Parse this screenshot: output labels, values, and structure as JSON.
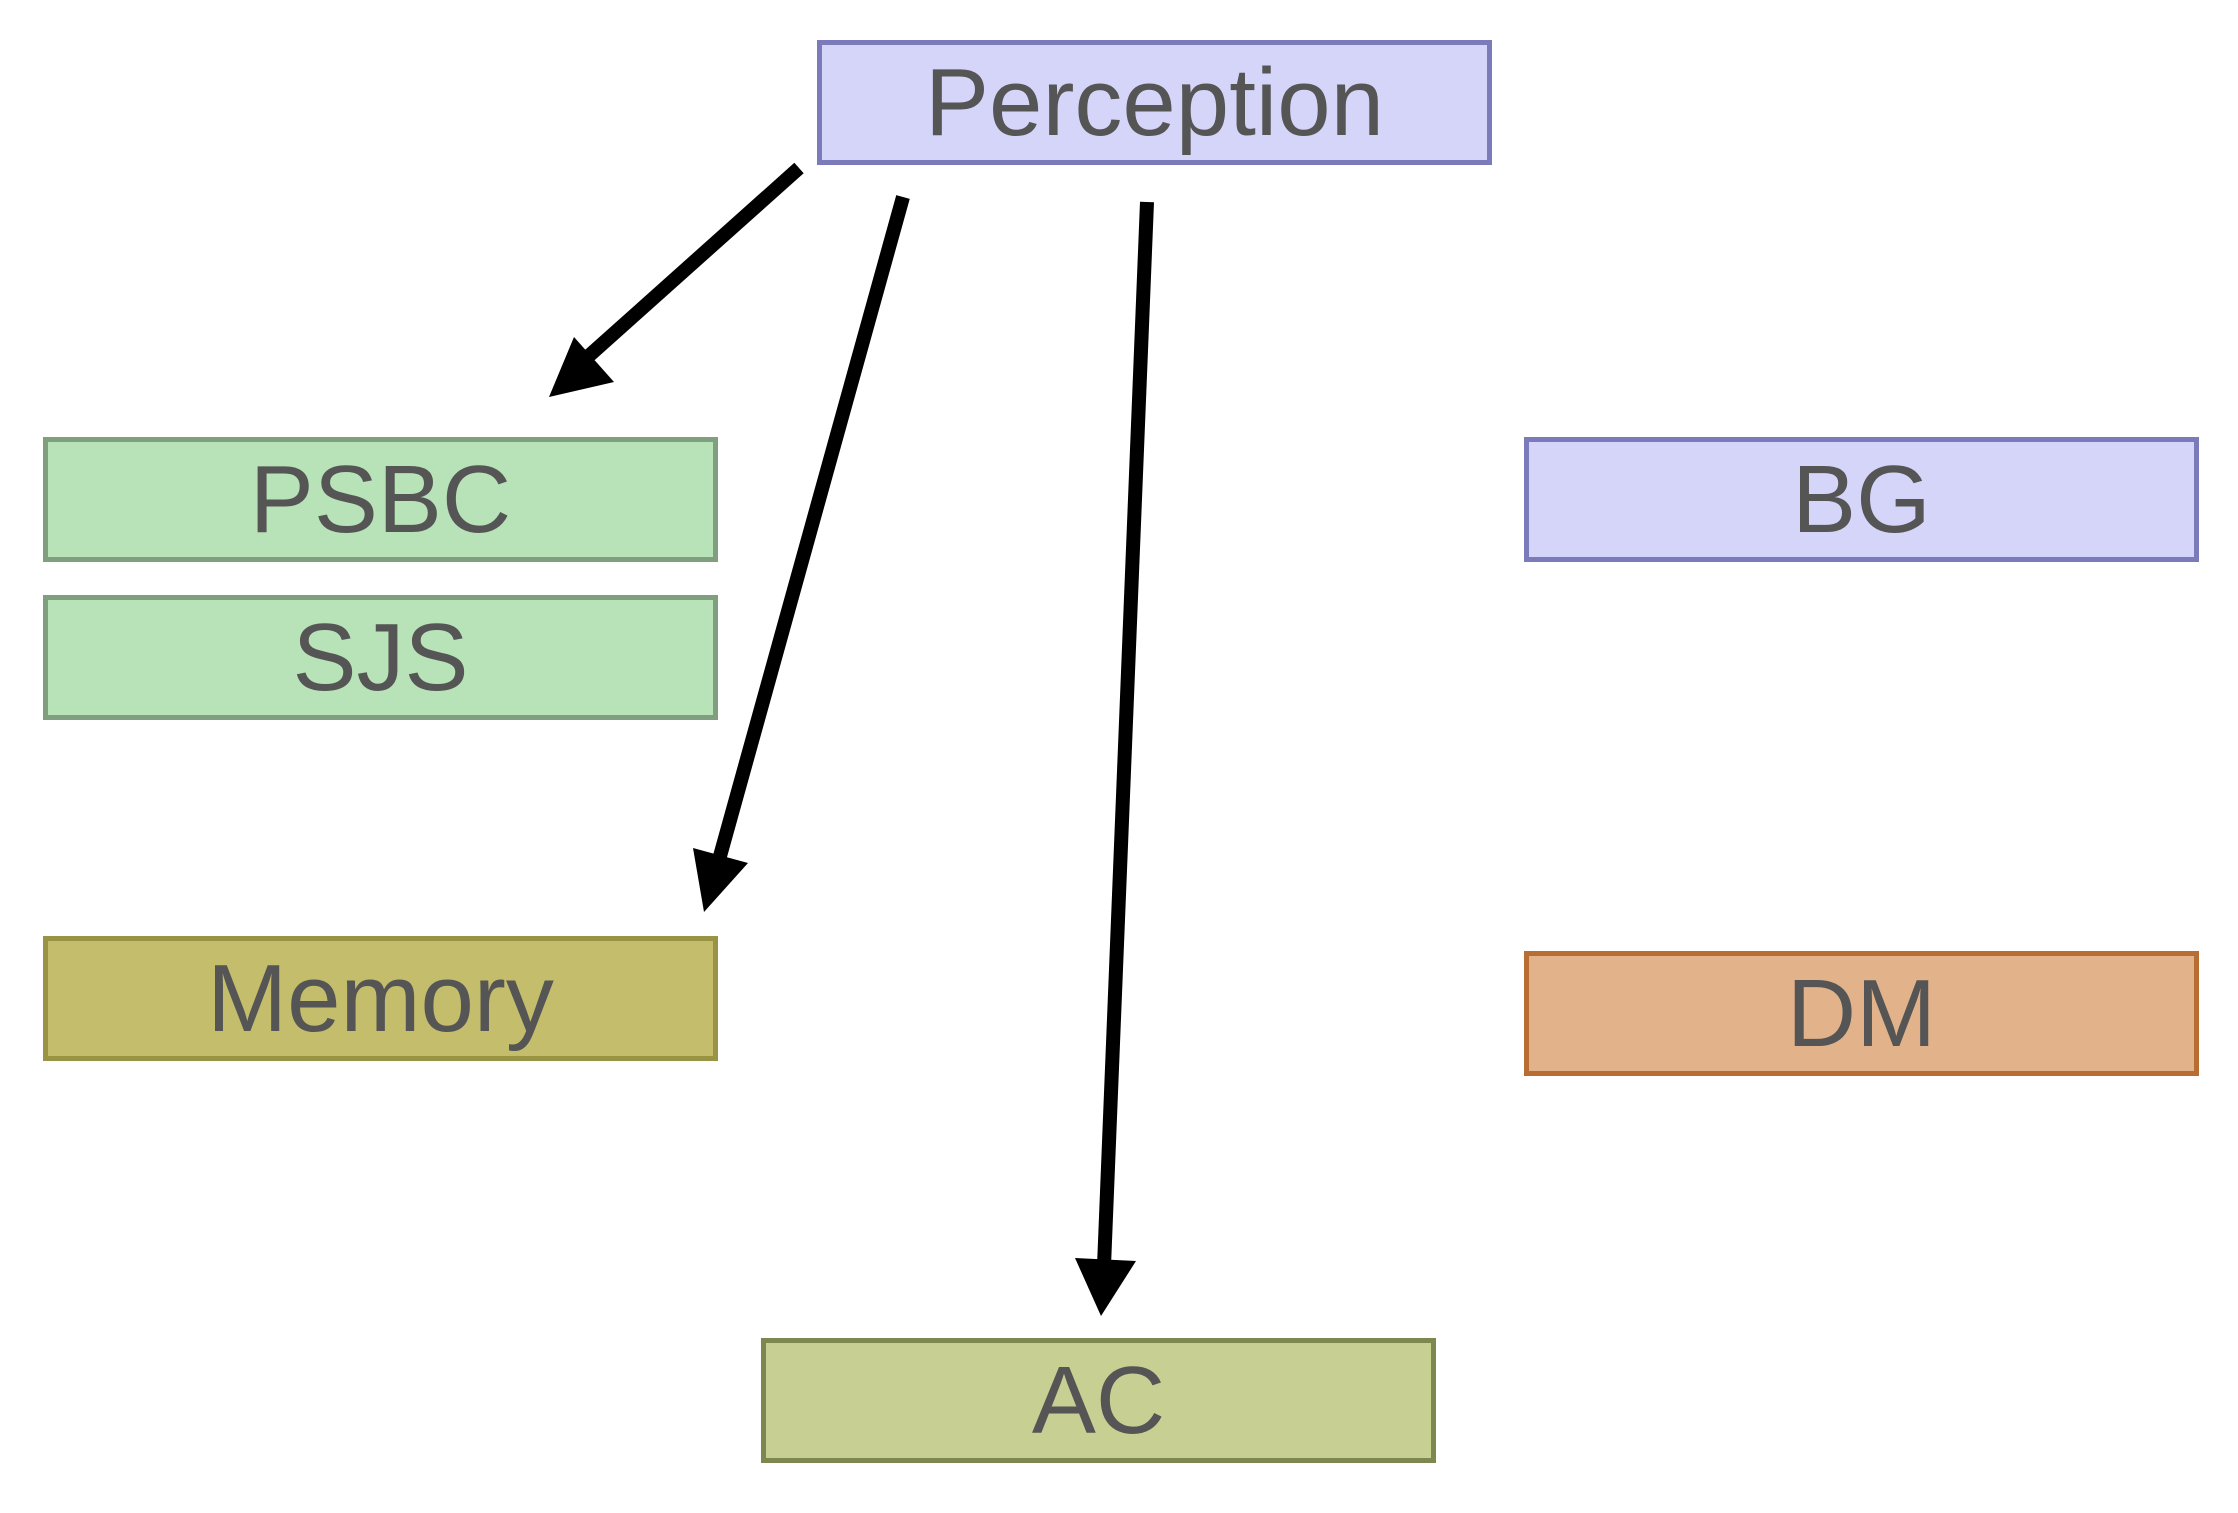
{
  "nodes": {
    "perception": {
      "label": "Perception",
      "fill": "#d5d5fa",
      "stroke": "#7b7bbb"
    },
    "psbc": {
      "label": "PSBC",
      "fill": "#b8e2b8",
      "stroke": "#7f9f7f"
    },
    "sjs": {
      "label": "SJS",
      "fill": "#b8e2b8",
      "stroke": "#7f9f7f"
    },
    "memory": {
      "label": "Memory",
      "fill": "#c4bd6c",
      "stroke": "#999443"
    },
    "ac": {
      "label": "AC",
      "fill": "#c8cf92",
      "stroke": "#7d8850"
    },
    "bg": {
      "label": "BG",
      "fill": "#d5d5fa",
      "stroke": "#7b7bbb"
    },
    "dm": {
      "label": "DM",
      "fill": "#e2b38b",
      "stroke": "#b86e33"
    }
  },
  "edges": [
    {
      "from": "perception",
      "to": "psbc"
    },
    {
      "from": "perception",
      "to": "memory"
    },
    {
      "from": "perception",
      "to": "ac"
    }
  ],
  "colors": {
    "text": "#555555",
    "edge": "#000000"
  }
}
